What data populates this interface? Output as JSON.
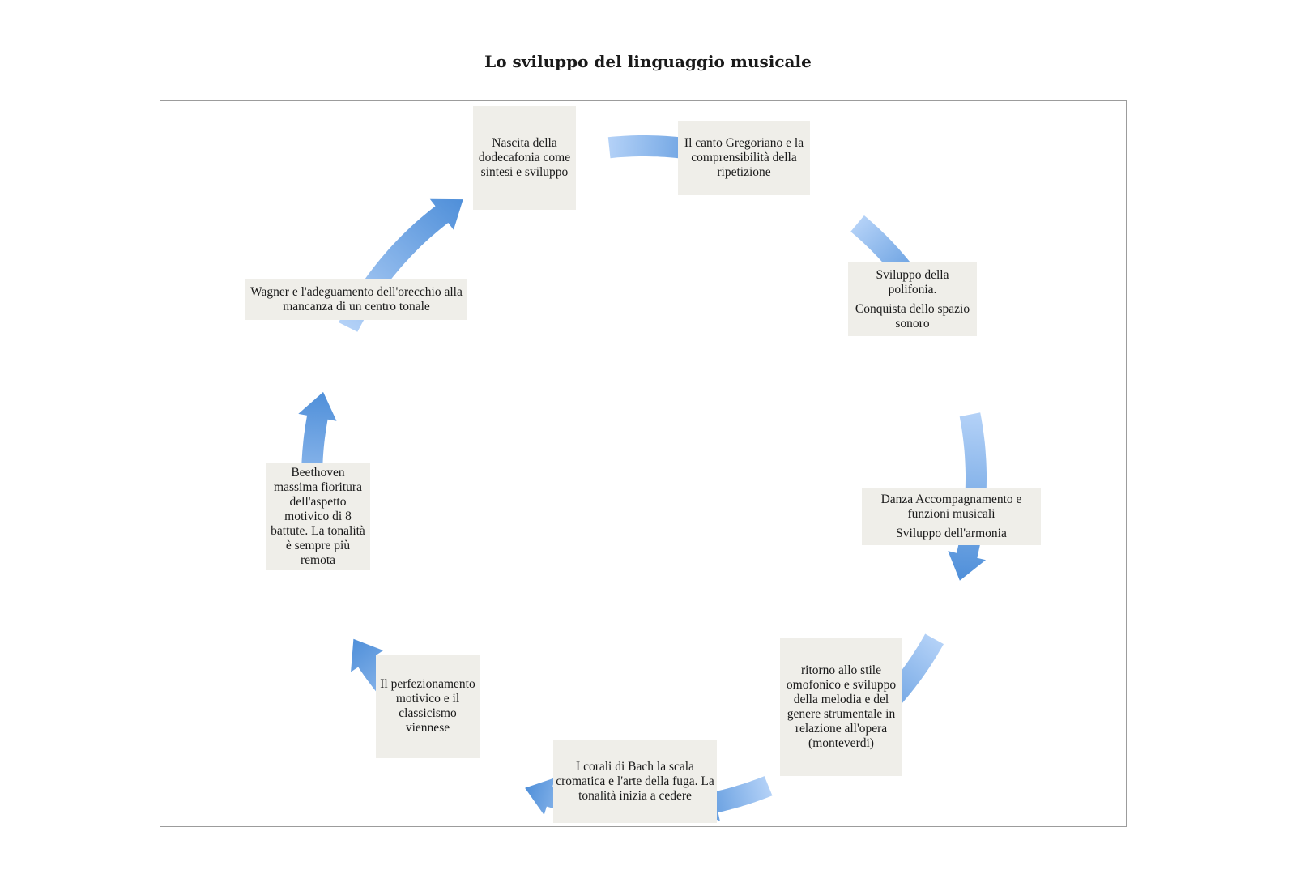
{
  "title": "Lo sviluppo del linguaggio musicale",
  "colors": {
    "arrow_light": "#b3d1f7",
    "arrow_dark": "#4f8fd9",
    "node_fill": "#efeee9",
    "frame_border": "#9c9c9c"
  },
  "nodes": [
    {
      "id": "dodecafonia",
      "lines": [
        "Nascita della dodecafonia come sintesi e sviluppo"
      ]
    },
    {
      "id": "gregoriano",
      "lines": [
        "Il canto Gregoriano e la comprensibilità della ripetizione"
      ]
    },
    {
      "id": "polifonia",
      "lines": [
        "Sviluppo della polifonia.",
        "Conquista dello spazio sonoro"
      ]
    },
    {
      "id": "danza",
      "lines": [
        "Danza Accompagnamento e funzioni musicali",
        "Sviluppo dell'armonia"
      ]
    },
    {
      "id": "omofonico",
      "lines": [
        "ritorno allo stile omofonico e sviluppo della melodia e del genere strumentale in relazione all'opera (monteverdi)"
      ]
    },
    {
      "id": "bach",
      "lines": [
        "I corali di Bach la scala cromatica e l'arte della fuga. La tonalità inizia a cedere"
      ]
    },
    {
      "id": "classicismo",
      "lines": [
        "Il perfezionamento motivico e il classicismo viennese"
      ]
    },
    {
      "id": "beethoven",
      "lines": [
        "Beethoven massima fioritura dell'aspetto motivico di 8 battute. La tonalità è sempre più remota"
      ]
    },
    {
      "id": "wagner",
      "lines": [
        "Wagner e l'adeguamento dell'orecchio alla mancanza di un centro tonale"
      ]
    }
  ]
}
